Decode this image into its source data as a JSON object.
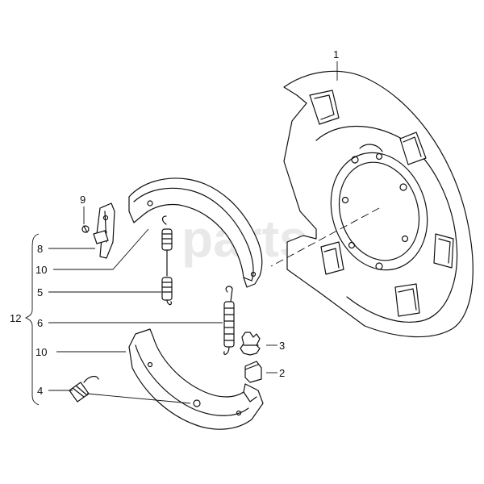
{
  "diagram": {
    "watermark": "parts",
    "callouts": [
      {
        "id": "c1",
        "label": "1"
      },
      {
        "id": "c2",
        "label": "2"
      },
      {
        "id": "c3",
        "label": "3"
      },
      {
        "id": "c4",
        "label": "4"
      },
      {
        "id": "c5",
        "label": "5"
      },
      {
        "id": "c6",
        "label": "6"
      },
      {
        "id": "c8",
        "label": "8"
      },
      {
        "id": "c9",
        "label": "9"
      },
      {
        "id": "c10a",
        "label": "10"
      },
      {
        "id": "c10b",
        "label": "10"
      },
      {
        "id": "c12",
        "label": "12"
      }
    ]
  }
}
